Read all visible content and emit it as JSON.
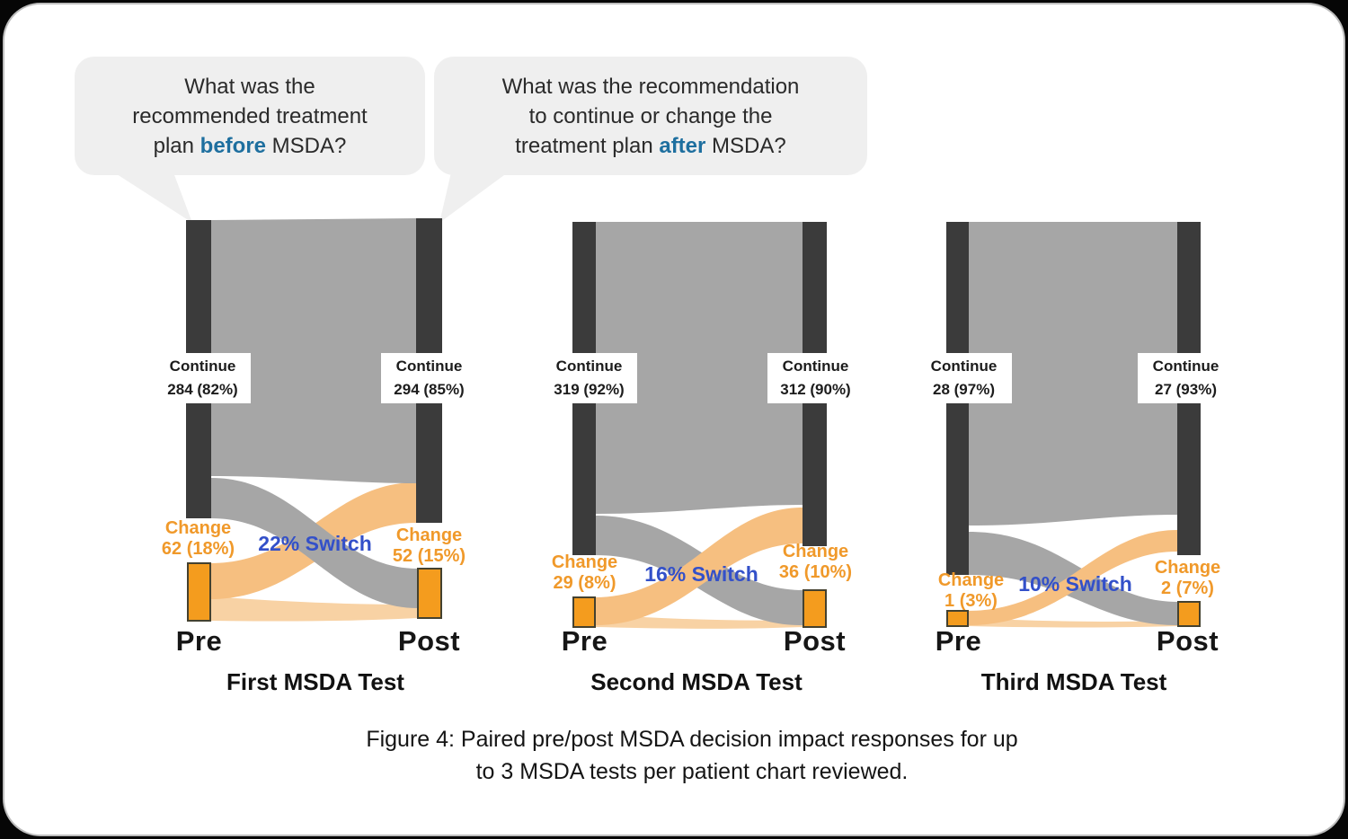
{
  "colors": {
    "page_bg": "#060606",
    "card_bg": "#ffffff",
    "bubble_bg": "#efefef",
    "highlight_blue": "#1e6f9f",
    "switch_blue": "#3350c9",
    "bar_dark": "#3b3b3b",
    "flow_gray": "#a6a6a6",
    "orange_bar": "#f49c1e",
    "orange_flow": "#f6bf80",
    "orange_flow_light": "#f8d2a4",
    "orange_text": "#f0992a"
  },
  "bubbles": {
    "pre": {
      "line1": "What was the",
      "line2": "recommended treatment",
      "line3_a": "plan ",
      "line3_b": "before",
      "line3_c": " MSDA?"
    },
    "post": {
      "line1": "What was the recommendation",
      "line2": "to continue or change the",
      "line3_a": "treatment plan ",
      "line3_b": "after",
      "line3_c": " MSDA?"
    }
  },
  "diagrams": [
    {
      "title": "First MSDA Test",
      "pre_label": "Pre",
      "post_label": "Post",
      "pre_continue_name": "Continue",
      "pre_continue_value": "284 (82%)",
      "post_continue_name": "Continue",
      "post_continue_value": "294 (85%)",
      "pre_change_name": "Change",
      "pre_change_value": "62 (18%)",
      "post_change_name": "Change",
      "post_change_value": "52 (15%)",
      "switch_label": "22% Switch"
    },
    {
      "title": "Second MSDA Test",
      "pre_label": "Pre",
      "post_label": "Post",
      "pre_continue_name": "Continue",
      "pre_continue_value": "319 (92%)",
      "post_continue_name": "Continue",
      "post_continue_value": "312 (90%)",
      "pre_change_name": "Change",
      "pre_change_value": "29 (8%)",
      "post_change_name": "Change",
      "post_change_value": "36 (10%)",
      "switch_label": "16% Switch"
    },
    {
      "title": "Third MSDA Test",
      "pre_label": "Pre",
      "post_label": "Post",
      "pre_continue_name": "Continue",
      "pre_continue_value": "28 (97%)",
      "post_continue_name": "Continue",
      "post_continue_value": "27 (93%)",
      "pre_change_name": "Change",
      "pre_change_value": "1 (3%)",
      "post_change_name": "Change",
      "post_change_value": "2 (7%)",
      "switch_label": "10% Switch"
    }
  ],
  "caption": {
    "line1": "Figure 4: Paired pre/post MSDA decision impact responses for up",
    "line2": "to 3 MSDA tests per patient chart reviewed."
  },
  "chart_data": [
    {
      "type": "sankey",
      "title": "First MSDA Test",
      "columns": [
        "Pre",
        "Post"
      ],
      "nodes": [
        {
          "column": "Pre",
          "name": "Continue",
          "count": 284,
          "percent": 82
        },
        {
          "column": "Pre",
          "name": "Change",
          "count": 62,
          "percent": 18
        },
        {
          "column": "Post",
          "name": "Continue",
          "count": 294,
          "percent": 85
        },
        {
          "column": "Post",
          "name": "Change",
          "count": 52,
          "percent": 15
        }
      ],
      "switch_rate_percent": 22,
      "switch_label": "22% Switch"
    },
    {
      "type": "sankey",
      "title": "Second MSDA Test",
      "columns": [
        "Pre",
        "Post"
      ],
      "nodes": [
        {
          "column": "Pre",
          "name": "Continue",
          "count": 319,
          "percent": 92
        },
        {
          "column": "Pre",
          "name": "Change",
          "count": 29,
          "percent": 8
        },
        {
          "column": "Post",
          "name": "Continue",
          "count": 312,
          "percent": 90
        },
        {
          "column": "Post",
          "name": "Change",
          "count": 36,
          "percent": 10
        }
      ],
      "switch_rate_percent": 16,
      "switch_label": "16% Switch"
    },
    {
      "type": "sankey",
      "title": "Third MSDA Test",
      "columns": [
        "Pre",
        "Post"
      ],
      "nodes": [
        {
          "column": "Pre",
          "name": "Continue",
          "count": 28,
          "percent": 97
        },
        {
          "column": "Pre",
          "name": "Change",
          "count": 1,
          "percent": 3
        },
        {
          "column": "Post",
          "name": "Continue",
          "count": 27,
          "percent": 93
        },
        {
          "column": "Post",
          "name": "Change",
          "count": 2,
          "percent": 7
        }
      ],
      "switch_rate_percent": 10,
      "switch_label": "10% Switch"
    }
  ]
}
